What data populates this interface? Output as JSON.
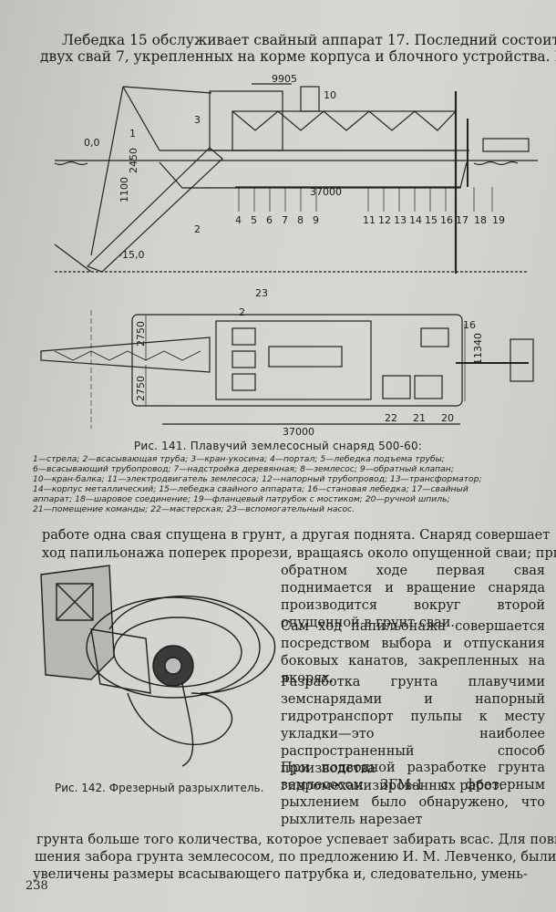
{
  "intro_lines": [
    "Лебедка 15 обслуживает свайный аппарат 17. Последний состоит из",
    "двух свай 7, укрепленных на корме корпуса и блочного устройства. При"
  ],
  "fig141": {
    "dim_9905": "9905",
    "dim_0_0": "0,0",
    "dim_2450": "2450",
    "dim_1100": "1100",
    "dim_37000_side": "37000",
    "dim_neg15": "-15,0",
    "dim_2750_top": "2750",
    "dim_2750_bottom": "2750",
    "dim_11340": "11340",
    "dim_37000_plan": "37000",
    "side_numbers": [
      "1",
      "2",
      "3",
      "4",
      "5",
      "6",
      "7",
      "8",
      "9",
      "10",
      "11",
      "12",
      "13",
      "14",
      "15",
      "16",
      "17",
      "18",
      "19"
    ],
    "plan_numbers": [
      "23",
      "2",
      "16",
      "22",
      "21",
      "20"
    ],
    "caption": "Рис. 141. Плавучий землесосный снаряд 500-60:",
    "legend_lines": [
      "1—стрела; 2—всасывающая труба; 3—кран-укосина; 4—портал; 5—лебедка подъема трубы;",
      "6—всасывающий трубопровод; 7—надстройка деревянная; 8—землесос; 9—обратный клапан;",
      "10—кран-балка; 11—электродвигатель землесоса; 12—напорный трубопровод; 13—трансформатор;",
      "14—корпус металлический; 15—лебедка свайного аппарата; 16—становая лебедка; 17—свайный",
      "аппарат; 18—шаровое соединение; 19—фланцевый патрубок с мостиком; 20—ручной шпиль;",
      "21—помещение команды; 22—мастерская; 23—вспомогательный насос."
    ]
  },
  "body_full_lines": [
    "работе одна свая спущена в грунт, а другая поднята. Снаряд совершает",
    "ход папильонажа поперек прорези, вращаясь около опущенной сваи; при"
  ],
  "body_right_paragraphs": [
    "обратном ходе первая свая поднимается и вращение снаряда производится вокруг второй опущенной в грунт сваи.",
    "Сам ход папильонажа совершается посредством выбора и отпускания боковых канатов, закрепленных на якорях.",
    "Разработка грунта плавучими земснарядами и напорный гидротранспорт пульпы к месту укладки—это наиболее распространенный способ производства гидромеханизированных работ.",
    "При подводной разработке грунта землесосом ЗГМ-1 с фрезерным рыхлением было обнаружено, что рыхлитель нарезает"
  ],
  "fig142_caption": "Рис. 142. Фрезерный разрыхлитель.",
  "body_bottom_lines": [
    "грунта больше того количества, которое успевает забирать всас. Для повы-",
    "шения забора грунта землесосом, по предложению И. М. Левченко, были",
    "увеличены размеры всасывающего патрубка и, следовательно, умень-"
  ],
  "page_number": "238"
}
